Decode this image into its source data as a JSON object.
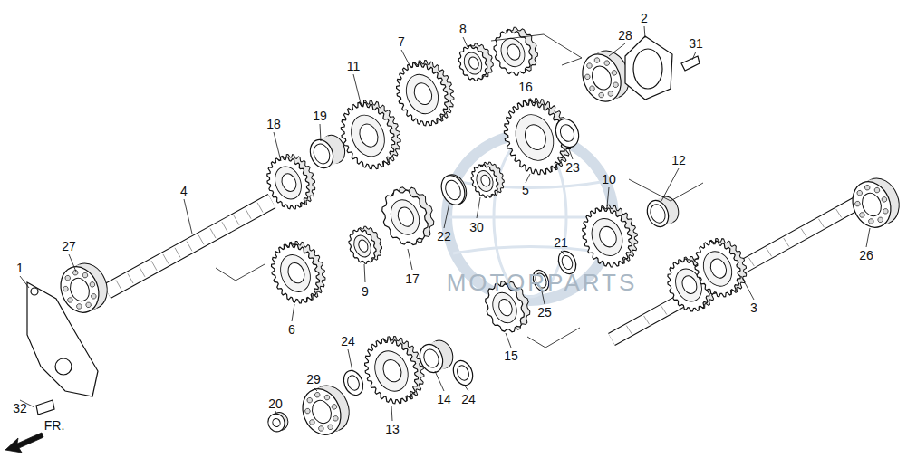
{
  "diagram": {
    "labels": [
      "1",
      "2",
      "3",
      "4",
      "5",
      "6",
      "7",
      "8",
      "9",
      "10",
      "11",
      "12",
      "13",
      "14",
      "15",
      "16",
      "17",
      "18",
      "19",
      "20",
      "21",
      "22",
      "23",
      "24",
      "24",
      "25",
      "26",
      "27",
      "28",
      "29",
      "30",
      "31",
      "32",
      "FR.",
      "MOTORPARTS"
    ]
  }
}
